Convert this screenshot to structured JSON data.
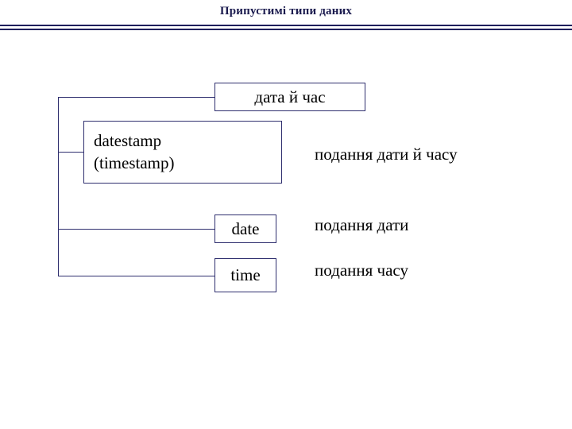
{
  "slide": {
    "title": "Припустимі типи даних",
    "accent_color": "#1f1f5c",
    "box_border_color": "#2e2e6e",
    "text_color": "#000000",
    "background": "#ffffff"
  },
  "diagram": {
    "root": {
      "label": "дата й час"
    },
    "nodes": [
      {
        "label_line1": "datestamp",
        "label_line2": "(timestamp)",
        "description": "подання дати й часу"
      },
      {
        "label": "date",
        "description": "подання дати"
      },
      {
        "label": "time",
        "description": "подання часу"
      }
    ]
  }
}
